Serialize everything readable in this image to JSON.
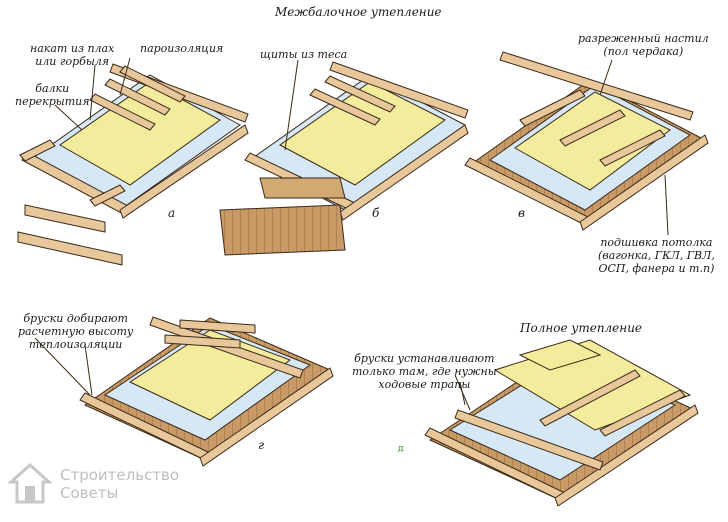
{
  "title": "Межбалочное утепление",
  "title_full": "Полное утепление",
  "labels": {
    "a_nakat_line1": "накат из плах",
    "a_nakat_line2": "или горбыля",
    "a_vapor": "пароизоляция",
    "a_beams_line1": "балки",
    "a_beams_line2": "перекрытия",
    "b_shields": "щиты из теса",
    "v_deck_line1": "разреженный настил",
    "v_deck_line2": "(пол чердака)",
    "v_ceiling_line1": "подшивка потолка",
    "v_ceiling_line2": "(вагонка, ГКЛ, ГВЛ,",
    "v_ceiling_line3": "ОСП, фанера и т.п)",
    "g_bars_line1": "бруски добирают",
    "g_bars_line2": "расчетную высоту",
    "g_bars_line3": "теплоизоляции",
    "d_bars_line1": "бруски устанавливают",
    "d_bars_line2": "только там, где нужны",
    "d_bars_line3": "ходовые трапы"
  },
  "letters": {
    "a": "а",
    "b": "б",
    "v": "в",
    "g": "г",
    "d": "д"
  },
  "watermark": {
    "line1": "Строительство",
    "line2": "Советы"
  },
  "colors": {
    "wood": "#e8c79a",
    "wood_dark": "#b98a55",
    "insulation": "#f3ec9c",
    "vapor": "#d6e8f5",
    "ceiling": "#c89a66",
    "line": "#3a2a1a"
  }
}
